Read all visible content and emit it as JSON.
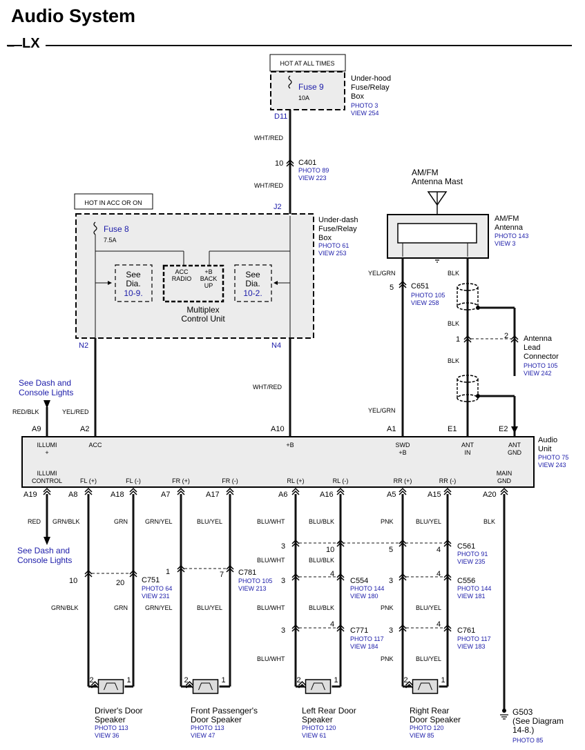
{
  "header": {
    "title": "Audio System",
    "subtitle": "LX"
  },
  "colors": {
    "wire": "#111111",
    "link": "#1a1aa8",
    "box": "#ececec"
  },
  "power": {
    "hot_all_times": "HOT AT ALL TIMES",
    "hot_acc": "HOT IN ACC OR ON"
  },
  "underhood": {
    "fuse": "Fuse 9",
    "amp": "10A",
    "name": [
      "Under-hood",
      "Fuse/Relay",
      "Box"
    ],
    "photo": "PHOTO 3",
    "view": "VIEW 254",
    "pin": "D11"
  },
  "c401": {
    "pin": "10",
    "name": "C401",
    "photo": "PHOTO 89",
    "view": "VIEW 223",
    "wire_top": "WHT/RED",
    "wire_bot": "WHT/RED"
  },
  "underdash": {
    "fuse": "Fuse 8",
    "amp": "7.5A",
    "name": [
      "Under-dash",
      "Fuse/Relay",
      "Box"
    ],
    "photo": "PHOTO 61",
    "view": "VIEW 253",
    "pin_j2": "J2",
    "pin_n2": "N2",
    "pin_n4": "N4",
    "see1": [
      "See",
      "Dia.",
      "10-9."
    ],
    "see2": [
      "See",
      "Dia.",
      "10-2."
    ],
    "mcu_acc": [
      "ACC",
      "RADIO"
    ],
    "mcu_b": [
      "+B",
      "BACK",
      "UP"
    ],
    "mcu_name": [
      "Multiplex",
      "Control Unit"
    ]
  },
  "antenna": {
    "mast": [
      "AM/FM",
      "Antenna Mast"
    ],
    "name": [
      "AM/FM",
      "Antenna"
    ],
    "photo": "PHOTO 143",
    "view": "VIEW 3",
    "wire_sig": "YEL/GRN",
    "wire_blk1": "BLK",
    "wire_blk2": "BLK",
    "wire_blk3": "BLK"
  },
  "c651": {
    "pin": "5",
    "name": "C651",
    "photo": "PHOTO 105",
    "view": "VIEW 258",
    "wire": "YEL/GRN"
  },
  "lead": {
    "pin1": "1",
    "pin2": "2",
    "name": [
      "Antenna",
      "Lead",
      "Connector"
    ],
    "photo": "PHOTO 105",
    "view": "VIEW 242"
  },
  "dash_lights": {
    "top": [
      "See Dash and",
      "Console Lights"
    ],
    "bottom": [
      "See Dash and",
      "Console Lights"
    ]
  },
  "top_wires": {
    "red_blk": "RED/BLK",
    "yel_red": "YEL/RED",
    "wht_red": "WHT/RED",
    "yel_grn": "YEL/GRN"
  },
  "audio_unit": {
    "name": [
      "Audio",
      "Unit"
    ],
    "photo": "PHOTO 75",
    "view": "VIEW 243",
    "top_pins": [
      "A9",
      "A2",
      "A10",
      "A1",
      "E1",
      "E2"
    ],
    "top_labels": [
      [
        "ILLUMI",
        "+"
      ],
      [
        "ACC"
      ],
      [
        "+B"
      ],
      [
        "SWD",
        "+B"
      ],
      [
        "ANT",
        "IN"
      ],
      [
        "ANT",
        "GND"
      ]
    ],
    "bottom_labels": [
      [
        "ILLUMI",
        "CONTROL"
      ],
      [
        "FL (+)"
      ],
      [
        "FL (-)"
      ],
      [
        "FR (+)"
      ],
      [
        "FR (-)"
      ],
      [
        "RL (+)"
      ],
      [
        "RL (-)"
      ],
      [
        "RR (+)"
      ],
      [
        "RR (-)"
      ],
      [
        "MAIN",
        "GND"
      ]
    ],
    "bottom_pins": [
      "A19",
      "A8",
      "A18",
      "A7",
      "A17",
      "A6",
      "A16",
      "A5",
      "A15",
      "A20"
    ]
  },
  "bottom_wires_1": [
    "RED",
    "GRN/BLK",
    "GRN",
    "GRN/YEL",
    "BLU/YEL",
    "BLU/WHT",
    "BLU/BLK",
    "PNK",
    "BLU/YEL",
    "BLK"
  ],
  "c561": {
    "pins": [
      "3",
      "10",
      "5",
      "4"
    ],
    "name": "C561",
    "photo": "PHOTO 91",
    "view": "VIEW 235"
  },
  "mid_wires": [
    "BLU/WHT",
    "BLU/BLK"
  ],
  "c751": {
    "pins": [
      "10",
      "20"
    ],
    "name": "C751",
    "photo": "PHOTO 64",
    "view": "VIEW 231"
  },
  "c781": {
    "pins": [
      "1",
      "7"
    ],
    "name": "C781",
    "photo": "PHOTO 105",
    "view": "VIEW 213"
  },
  "c554": {
    "pins": [
      "3",
      "4"
    ],
    "name": "C554",
    "photo": "PHOTO 144",
    "view": "VIEW 180"
  },
  "c556": {
    "pins": [
      "3",
      "4"
    ],
    "name": "C556",
    "photo": "PHOTO 144",
    "view": "VIEW 181"
  },
  "bottom_wires_2": [
    "GRN/BLK",
    "GRN",
    "GRN/YEL",
    "BLU/YEL",
    "BLU/WHT",
    "BLU/BLK",
    "PNK",
    "BLU/YEL"
  ],
  "c771": {
    "pins": [
      "3",
      "4"
    ],
    "name": "C771",
    "photo": "PHOTO 117",
    "view": "VIEW 184"
  },
  "c761": {
    "pins": [
      "3",
      "4"
    ],
    "name": "C761",
    "photo": "PHOTO 117",
    "view": "VIEW 183"
  },
  "bottom_wires_3": [
    "BLU/WHT",
    "PNK",
    "BLU/YEL"
  ],
  "speakers": [
    {
      "name": [
        "Driver's Door",
        "Speaker"
      ],
      "photo": "PHOTO 113",
      "view": "VIEW 36"
    },
    {
      "name": [
        "Front Passenger's",
        "Door Speaker"
      ],
      "photo": "PHOTO 113",
      "view": "VIEW 47"
    },
    {
      "name": [
        "Left Rear Door",
        "Speaker"
      ],
      "photo": "PHOTO 120",
      "view": "VIEW 61"
    },
    {
      "name": [
        "Right Rear",
        "Door Speaker"
      ],
      "photo": "PHOTO 120",
      "view": "VIEW 85"
    }
  ],
  "speaker_pins": [
    "2",
    "1"
  ],
  "ground": {
    "name": "G503",
    "note": [
      "(See Diagram",
      "14-8.)"
    ],
    "photo": "PHOTO 85"
  }
}
